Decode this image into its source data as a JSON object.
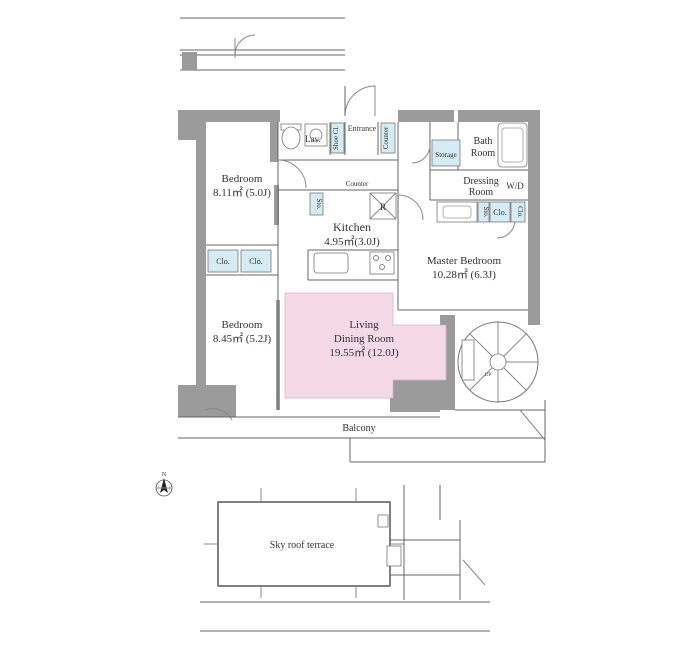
{
  "rooms": {
    "bedroom1": {
      "name": "Bedroom",
      "area": "8.11㎡ (5.0J)"
    },
    "bedroom2": {
      "name": "Bedroom",
      "area": "8.45㎡ (5.2J)"
    },
    "kitchen": {
      "name": "Kitchen",
      "area": "4.95㎡(3.0J)"
    },
    "master": {
      "name": "Master Bedroom",
      "area": "10.28㎡ (6.3J)"
    },
    "living": {
      "line1": "Living",
      "line2": "Dining Room",
      "area": "19.55㎡ (12.0J)"
    },
    "bath": {
      "line1": "Bath",
      "line2": "Room"
    },
    "dressing": {
      "line1": "Dressing",
      "line2": "Room"
    }
  },
  "labels": {
    "lav": "Lav.",
    "shoe": "Shoe Cl.",
    "entrance": "Entrance",
    "counter_entry": "Counter",
    "storage": "Storage",
    "wd": "W/D",
    "counter_kitchen": "Counter",
    "r": "R",
    "sto_kitchen": "Sto.",
    "sto_master": "Sto.",
    "clo_master1": "Clo.",
    "clo_master2": "Clo.",
    "clo_bed1": "Clo.",
    "clo_bed2": "Clo.",
    "balcony": "Balcony",
    "sky": "Sky roof terrace",
    "north": "N",
    "up": "UP"
  },
  "colors": {
    "living_fill": "#f5dae6",
    "closet_fill": "#d6ecf4",
    "wall": "#9b9b9b"
  },
  "icons": [
    "north-arrow-icon",
    "spiral-stair-icon",
    "toilet-icon",
    "bathtub-icon",
    "stove-icon",
    "sink-icon",
    "washbasin-icon"
  ]
}
